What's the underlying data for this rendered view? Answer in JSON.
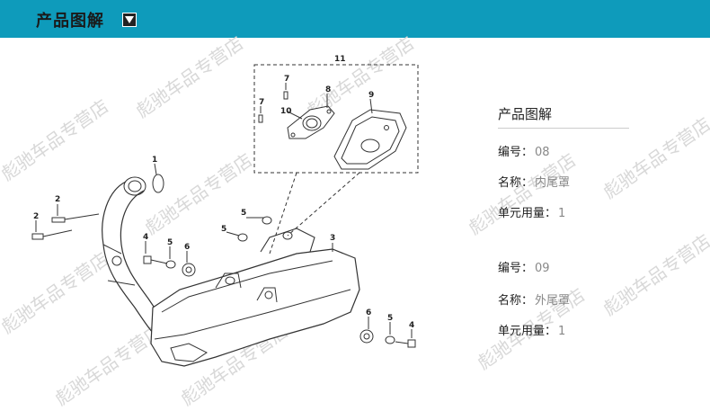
{
  "header": {
    "title": "产品图解"
  },
  "panel": {
    "title": "产品图解",
    "parts": [
      {
        "number_label": "编号：",
        "number": "08",
        "name_label": "名称：",
        "name": "内尾罩",
        "qty_label": "单元用量：",
        "qty": "1"
      },
      {
        "number_label": "编号：",
        "number": "09",
        "name_label": "名称：",
        "name": "外尾罩",
        "qty_label": "单元用量：",
        "qty": "1"
      }
    ]
  },
  "diagram": {
    "callouts": [
      "11",
      "7",
      "8",
      "7",
      "10",
      "9",
      "1",
      "2",
      "2",
      "5",
      "5",
      "3",
      "4",
      "5",
      "6",
      "6",
      "5",
      "4"
    ]
  },
  "watermark": "彪驰车品专营店",
  "colors": {
    "header_bg": "#0e9bbb",
    "diagram_line": "#333333",
    "watermark": "#d8d8d8"
  }
}
